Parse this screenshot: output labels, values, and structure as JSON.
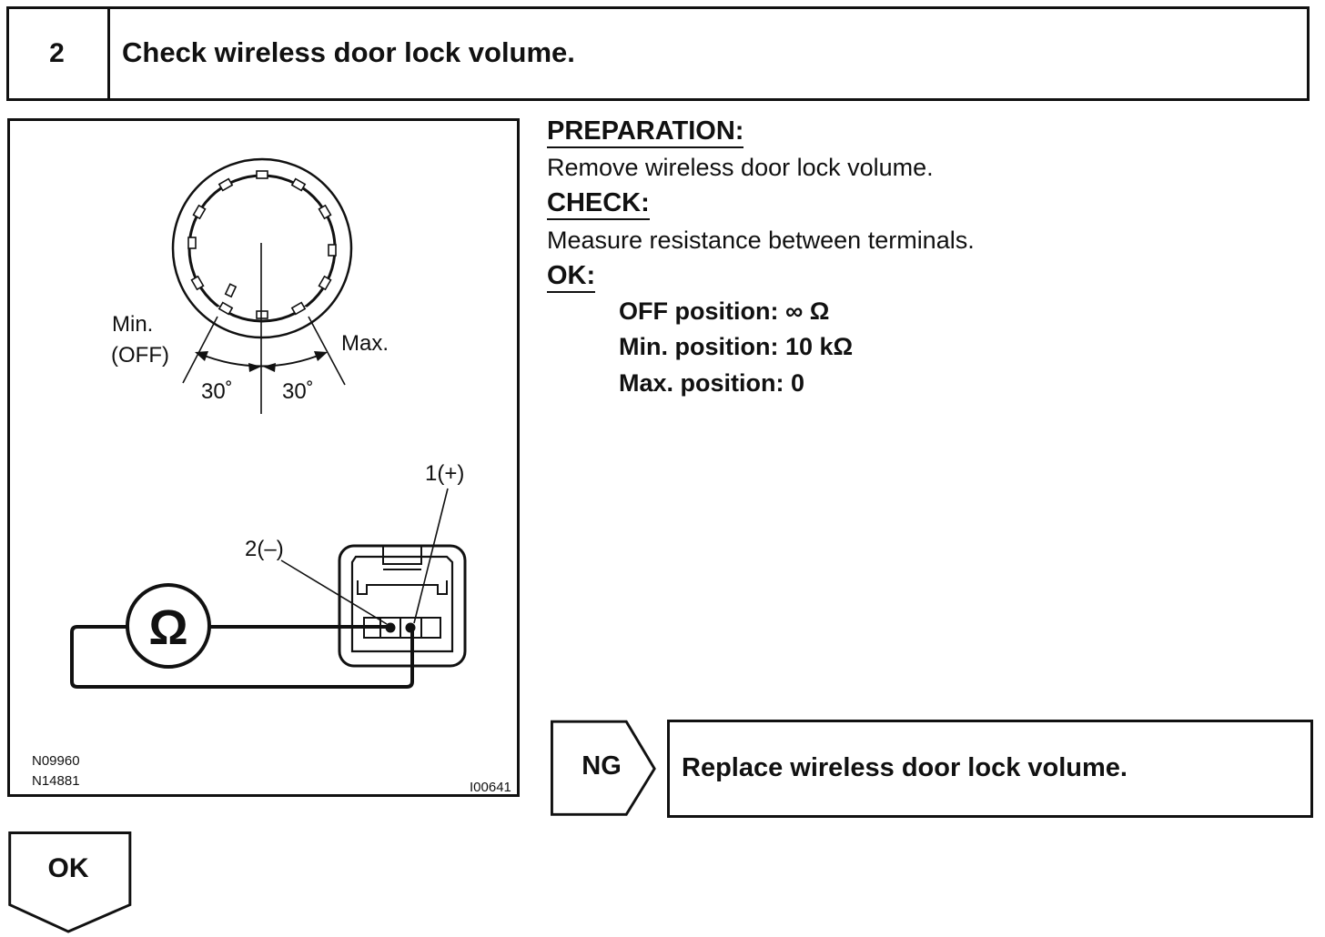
{
  "step": {
    "number": "2",
    "title": "Check wireless door lock volume."
  },
  "figure": {
    "label_min": "Min.",
    "label_off": "(OFF)",
    "label_max": "Max.",
    "angle_left": "30˚",
    "angle_right": "30˚",
    "terminal_pos": "1(+)",
    "terminal_neg": "2(–)",
    "ohm_symbol": "Ω",
    "code_1": "N09960",
    "code_2": "N14881",
    "code_3": "I00641"
  },
  "instructions": {
    "preparation_heading": "PREPARATION:",
    "preparation_text": "Remove wireless door lock volume.",
    "check_heading": "CHECK:",
    "check_text": "Measure resistance between terminals.",
    "ok_heading": "OK:",
    "specs": [
      "OFF position: ∞ Ω",
      "Min. position: 10 kΩ",
      "Max. position: 0"
    ]
  },
  "ng": {
    "label": "NG",
    "action": "Replace wireless door lock volume."
  },
  "ok": {
    "label": "OK"
  }
}
